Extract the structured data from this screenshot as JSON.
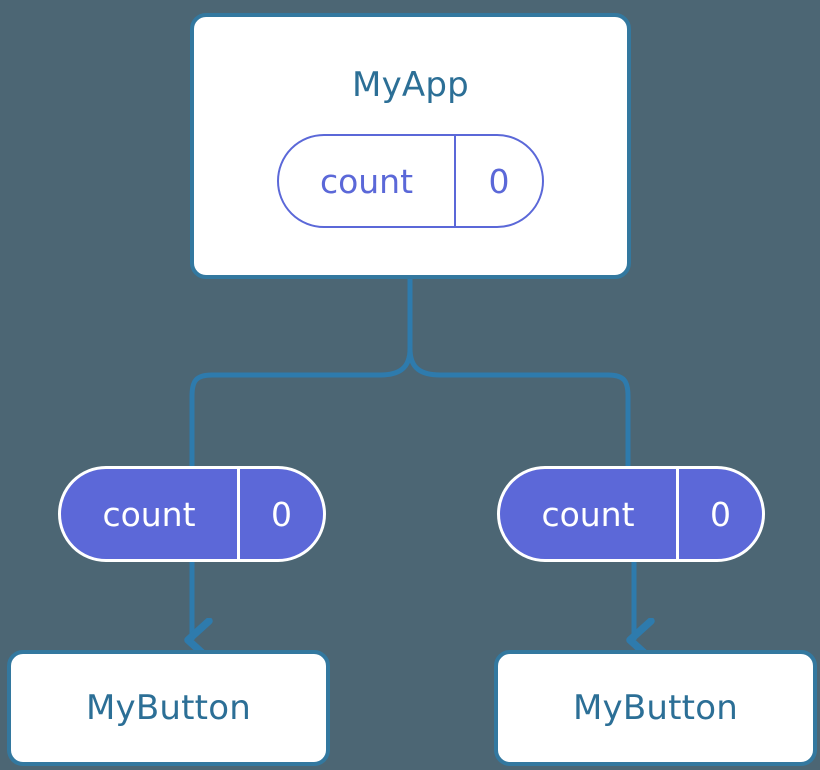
{
  "diagram": {
    "title": "MyApp component state flow",
    "background_color": "#4c6674",
    "colors": {
      "box_border": "#33789f",
      "box_fill": "#ffffff",
      "box_text": "#2c6f96",
      "connector": "#2e7bad",
      "pill_accent": "#5c68d8",
      "pill_outline_text": "#5b68d8",
      "pill_filled_text": "#ffffff"
    }
  },
  "root": {
    "name": "MyApp",
    "state": {
      "key": "count",
      "value": "0"
    }
  },
  "props": [
    {
      "key": "count",
      "value": "0"
    },
    {
      "key": "count",
      "value": "0"
    }
  ],
  "children": [
    {
      "name": "MyButton"
    },
    {
      "name": "MyButton"
    }
  ]
}
